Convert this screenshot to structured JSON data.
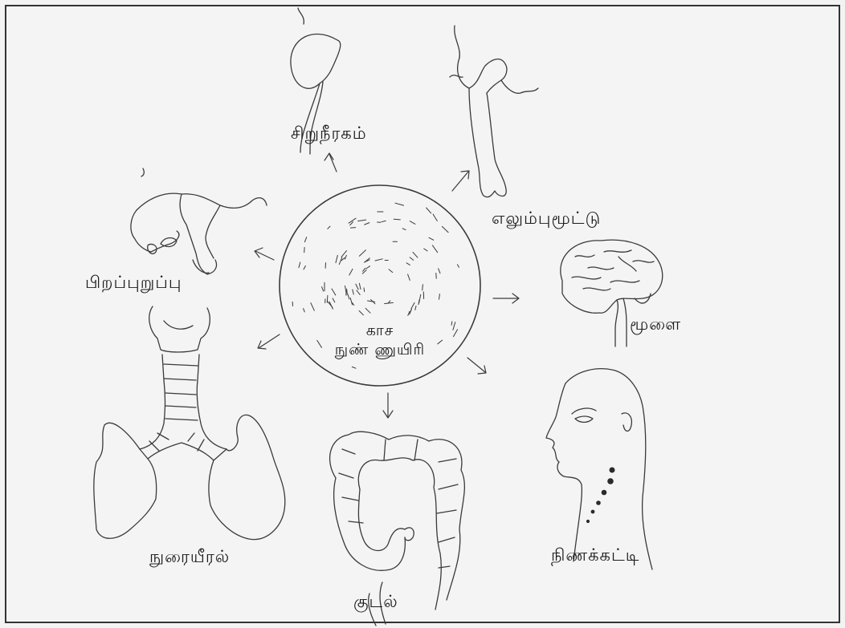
{
  "center": {
    "line1": "காச",
    "line2": "நுண் ணுயிரி"
  },
  "organs": {
    "kidney": "சிறுநீரகம்",
    "joint": "எலும்புமூட்டு",
    "brain": "மூளை",
    "lymph": "நிணக்கட்டி",
    "intestine": "குடல்",
    "lung": "நுரையீரல்",
    "reproductive": "பிறப்புறுப்பு"
  }
}
